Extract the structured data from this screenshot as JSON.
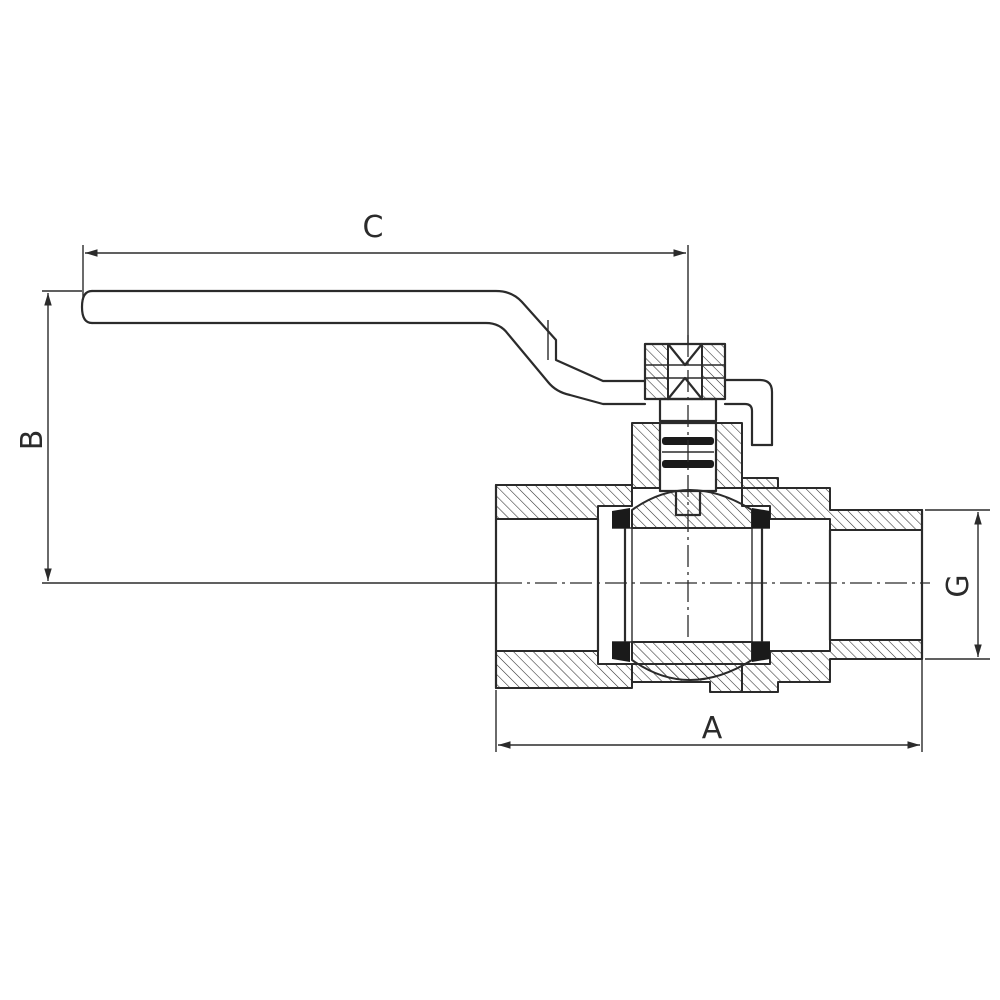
{
  "drawing": {
    "line_color": "#2b2b2b",
    "background": "#ffffff"
  },
  "dimensions": {
    "a": "A",
    "b": "B",
    "c": "C",
    "g": "G"
  }
}
